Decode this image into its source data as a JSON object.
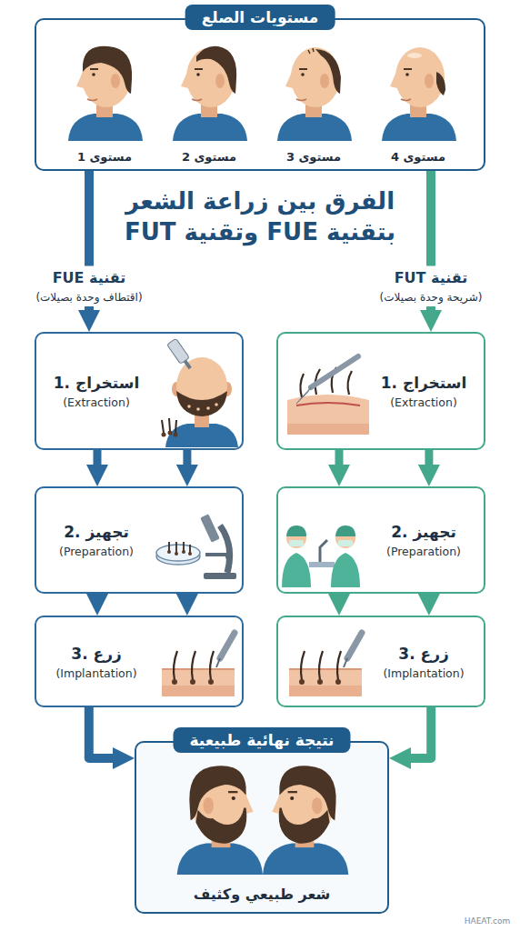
{
  "diagram": {
    "title": "الفرق بين زراعة الشعر بتقنية FUE وتقنية FUT",
    "nodes": [
      {
        "text": [
          "مستويات الصلع"
        ]
      },
      {
        "text": [
          "1. استخراج",
          "(Extraction)"
        ]
      },
      {
        "text": [
          "1. استخراج",
          "(Extraction)"
        ]
      },
      {
        "text": [
          "2. تجهيز",
          "(Preparation)"
        ]
      },
      {
        "text": [
          "2. تجهيز",
          "(Preparation)"
        ]
      },
      {
        "text": [
          "3. زرع",
          "(Implantation)"
        ]
      },
      {
        "text": [
          "3. زرع",
          "(Implantation)"
        ]
      },
      {
        "text": [
          "نتيجة نهائية طبيعية",
          "شعر طبيعي وكثيف"
        ]
      }
    ],
    "edges": [
      {
        "from": 0,
        "to": 1,
        "arrow": "to"
      },
      {
        "from": 0,
        "to": 2,
        "arrow": "to"
      },
      {
        "from": 1,
        "to": 3,
        "arrow": "to"
      },
      {
        "from": 1,
        "to": 3,
        "arrow": "to"
      },
      {
        "from": 2,
        "to": 4,
        "arrow": "to"
      },
      {
        "from": 2,
        "to": 4,
        "arrow": "to"
      },
      {
        "from": 3,
        "to": 5,
        "arrow": "to"
      },
      {
        "from": 3,
        "to": 5,
        "arrow": "to"
      },
      {
        "from": 4,
        "to": 6,
        "arrow": "to"
      },
      {
        "from": 4,
        "to": 6,
        "arrow": "to"
      },
      {
        "from": 5,
        "to": 7,
        "arrow": "to"
      },
      {
        "from": 6,
        "to": 7,
        "arrow": "to"
      }
    ],
    "labels": [
      "مستوى 1",
      "مستوى 2",
      "مستوى 3",
      "مستوى 4",
      "تقنية FUE",
      "(اقتطاف وحدة بصيلات)",
      "تقنية FUT",
      "(شريحة وحدة بصيلات)",
      "HAEAT.com"
    ]
  }
}
